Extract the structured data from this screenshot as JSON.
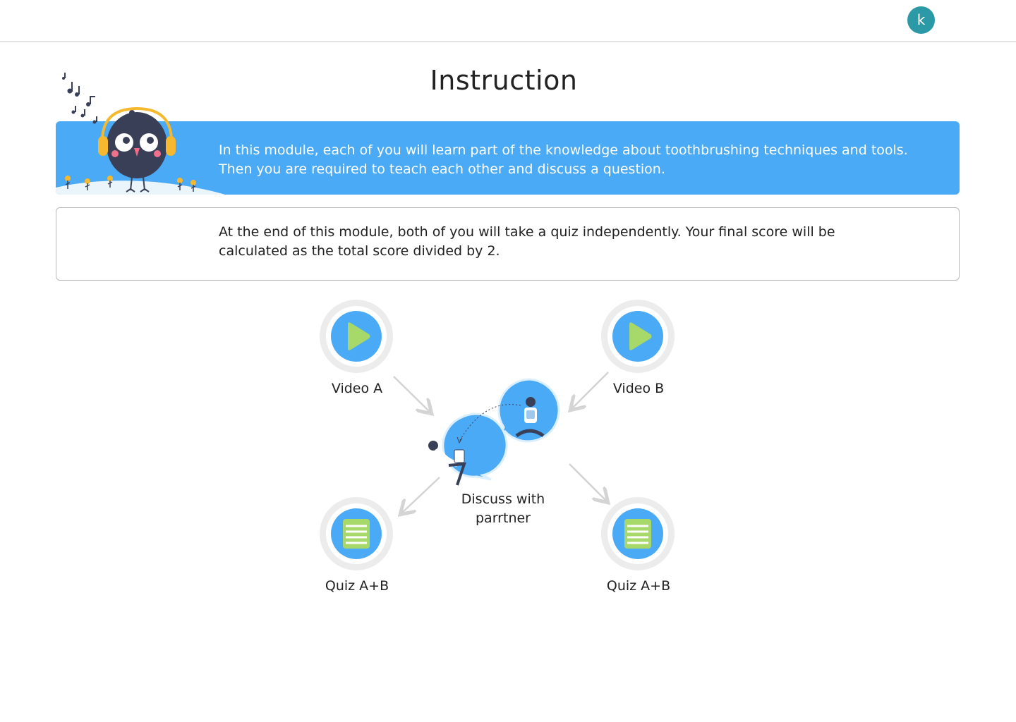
{
  "header": {
    "avatar_initial": "k"
  },
  "page": {
    "title": "Instruction"
  },
  "banner": {
    "line1": "In this module, each of you will learn part of the knowledge about toothbrushing techniques and tools.",
    "line2": "Then you are required to teach each other and discuss a question."
  },
  "note": {
    "line1": "At the end of this module, both of you will take a quiz independently. Your final score will be",
    "line2": "calculated as the total score divided by 2."
  },
  "flow": {
    "video_a": "Video A",
    "video_b": "Video B",
    "discuss_line1": "Discuss with",
    "discuss_line2": "parrtner",
    "quiz_left": "Quiz A+B",
    "quiz_right": "Quiz A+B"
  },
  "icons": {
    "video_a": "play-icon",
    "video_b": "play-icon",
    "quiz_left": "document-icon",
    "quiz_right": "document-icon",
    "discuss": "discussion-illustration",
    "mascot": "bird-with-headphones-mascot"
  },
  "colors": {
    "accent_blue": "#4aaaf6",
    "avatar_teal": "#2c9aa6",
    "play_green": "#a6d96a",
    "ring_gray": "#ececec"
  }
}
